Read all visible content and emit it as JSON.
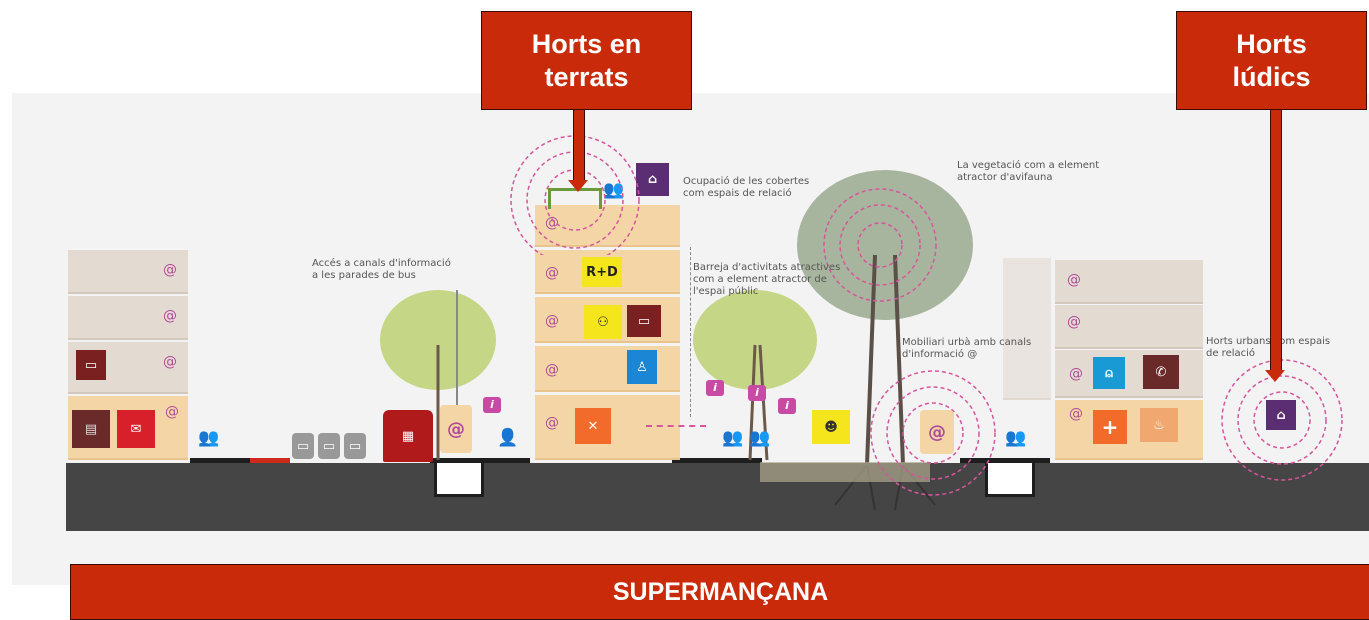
{
  "callouts": {
    "top_center": "Horts en\nterrats",
    "top_right": "Horts\nlúdics"
  },
  "banner": "SUPERMANÇANA",
  "annotations": {
    "roofs": "Ocupació de les cobertes\ncom espais de relació",
    "vegetation": "La vegetació com a element\natractor d'avifauna",
    "bus_info": "Accés a canals d'informació\na les parades de bus",
    "activities": "Barreja d'activitats atractives\ncom a element atractor de\nl'espai públic",
    "furniture": "Mobiliari urbà amb canals\nd'informació @",
    "urban_gardens": "Horts urbans com espais\nde relació"
  },
  "building_symbols": {
    "at": "@",
    "rd": "R+D",
    "info": "i"
  },
  "icons": [
    "briefcase-icon",
    "mail-icon",
    "coins-icon",
    "rd-icon",
    "people-icon",
    "doctor-icon",
    "tools-icon",
    "tooth-icon",
    "phone-icon",
    "health-cross-icon",
    "bus-icon",
    "car-icon",
    "garden-icon"
  ],
  "colors": {
    "callout_red": "#c92a0a",
    "building": "#f4d6a6",
    "info_magenta": "#c84aa5",
    "garden_purple": "#5b2d72",
    "tree_green": "#b9cf6a"
  }
}
